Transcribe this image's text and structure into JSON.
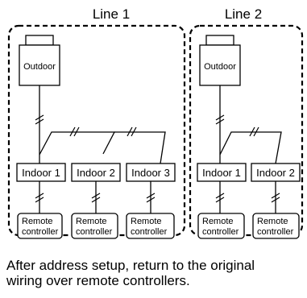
{
  "lines": [
    {
      "title": "Line 1",
      "outdoor": "Outdoor",
      "indoor_units": [
        "Indoor 1",
        "Indoor 2",
        "Indoor 3"
      ],
      "remote_controllers": [
        [
          "Remote",
          "controller"
        ],
        [
          "Remote",
          "controller"
        ],
        [
          "Remote",
          "controller"
        ]
      ]
    },
    {
      "title": "Line 2",
      "outdoor": "Outdoor",
      "indoor_units": [
        "Indoor 1",
        "Indoor 2"
      ],
      "remote_controllers": [
        [
          "Remote",
          "controller"
        ],
        [
          "Remote",
          "controller"
        ]
      ]
    }
  ],
  "caption": {
    "line1": "After address setup, return to the original",
    "line2": "wiring over remote controllers."
  }
}
